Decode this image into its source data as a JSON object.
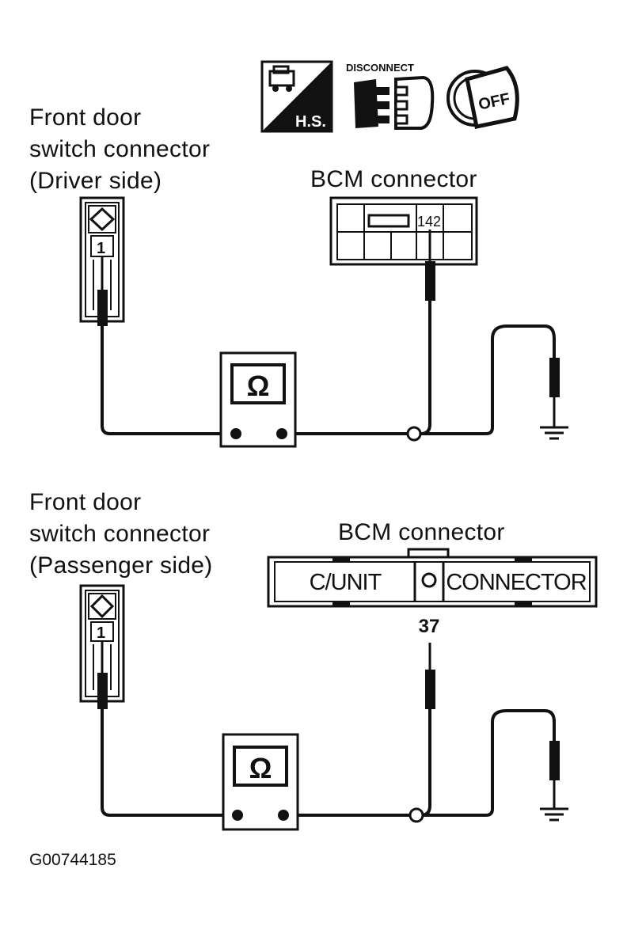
{
  "icons": {
    "hs_label": "H.S.",
    "disconnect_label": "DISCONNECT",
    "off_label": "OFF"
  },
  "top": {
    "switch_label_line1": "Front door",
    "switch_label_line2": "switch connector",
    "switch_label_line3": "(Driver side)",
    "bcm_label": "BCM connector",
    "switch_pin": "1",
    "bcm_pin": "142",
    "meter_symbol": "Ω"
  },
  "bottom": {
    "switch_label_line1": "Front door",
    "switch_label_line2": "switch connector",
    "switch_label_line3": "(Passenger side)",
    "bcm_label": "BCM connector",
    "switch_pin": "1",
    "bcm_pin": "37",
    "cunit_label": "C/UNIT",
    "connector_label": "CONNECTOR",
    "meter_symbol": "Ω"
  },
  "figure_id": "G00744185",
  "colors": {
    "ink": "#111111",
    "background": "#ffffff"
  }
}
